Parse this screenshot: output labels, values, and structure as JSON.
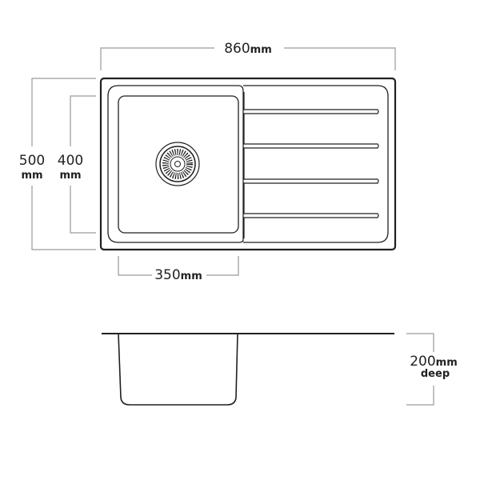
{
  "dimensions": {
    "width": {
      "value": "860",
      "unit": "mm"
    },
    "depth_outer": {
      "value": "500",
      "unit": "mm"
    },
    "depth_bowl": {
      "value": "400",
      "unit": "mm"
    },
    "bowl_width": {
      "value": "350",
      "unit": "mm"
    },
    "bowl_depth": {
      "value": "200",
      "unit": "mm",
      "suffix": "deep"
    }
  },
  "colors": {
    "line": "#231f20",
    "dimension_line": "#9a9a9a"
  }
}
